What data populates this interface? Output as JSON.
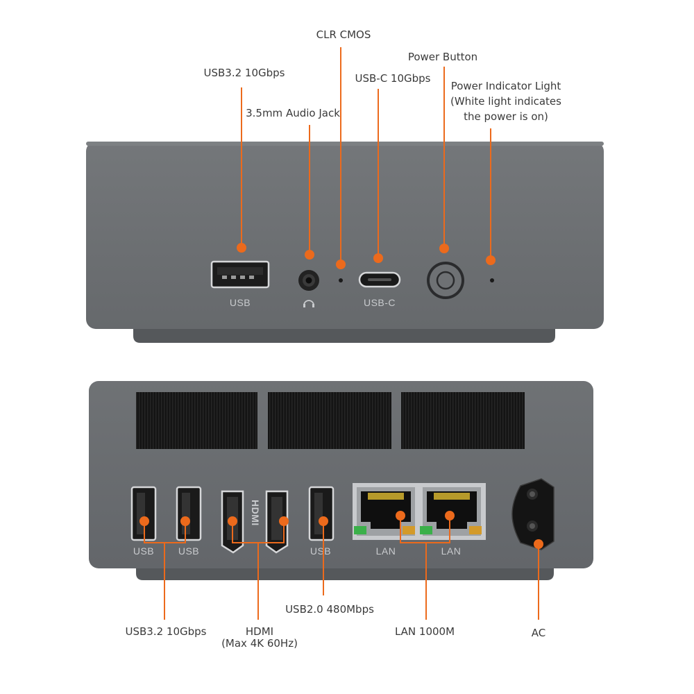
{
  "front_panel": {
    "port_labels": {
      "usb": "USB",
      "usb_c": "USB-C"
    },
    "callouts": {
      "usb32": "USB3.2 10Gbps",
      "audio": "3.5mm Audio Jack",
      "clr_cmos": "CLR CMOS",
      "usb_c": "USB-C 10Gbps",
      "power_button": "Power Button",
      "power_light_1": "Power Indicator Light",
      "power_light_2": "(White light indicates",
      "power_light_3": "the power is on)"
    }
  },
  "rear_panel": {
    "port_labels": {
      "usb_1": "USB",
      "usb_2": "USB",
      "hdmi_vertical": "HDMI",
      "usb_3": "USB",
      "lan_1": "LAN",
      "lan_2": "LAN"
    },
    "callouts": {
      "usb32": "USB3.2 10Gbps",
      "hdmi_1": "HDMI",
      "hdmi_2": "(Max 4K 60Hz)",
      "usb20": "USB2.0 480Mbps",
      "lan": "LAN 1000M",
      "ac": "AC"
    }
  },
  "colors": {
    "accent": "#ec6a1c",
    "chassis": "#6b6e71",
    "chassis_dark": "#55585b",
    "label_text": "#3a3a3a"
  }
}
